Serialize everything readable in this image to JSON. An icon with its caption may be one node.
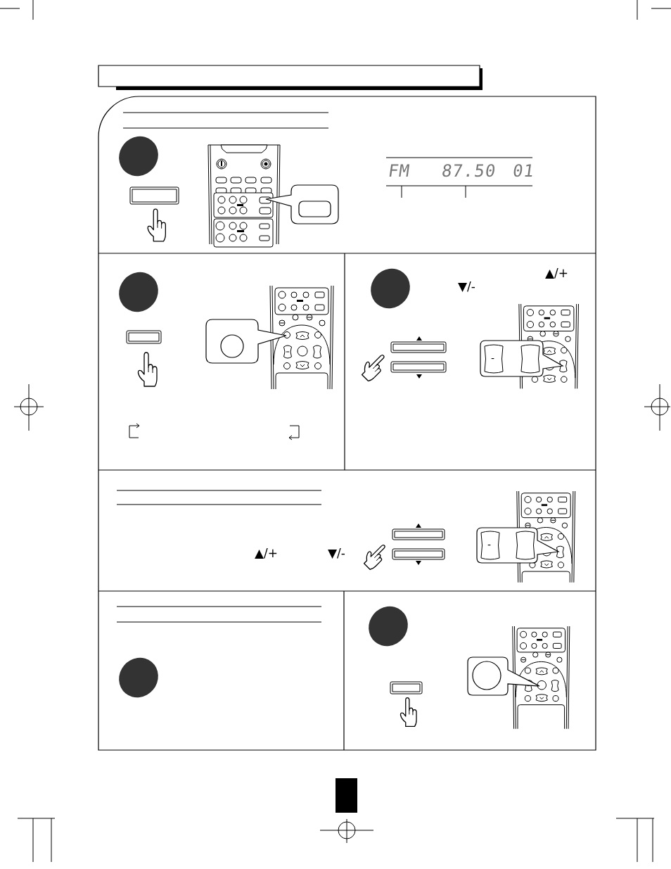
{
  "diagram": {
    "labels": [
      "FM",
      "87.50",
      "01",
      "▲/+",
      "▼/-",
      "-",
      "▲/+",
      "▼/-",
      "-"
    ]
  }
}
